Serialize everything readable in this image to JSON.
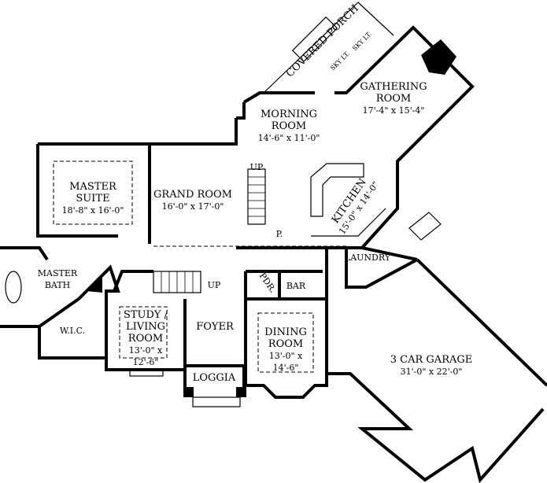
{
  "rooms": {
    "covered_porch": {
      "name": "COVERED PORCH",
      "skylights": [
        "SKY LT.",
        "SKY LT."
      ]
    },
    "gathering_room": {
      "name": "GATHERING ROOM",
      "size": "17'-4\" x 15'-4\""
    },
    "morning_room": {
      "name": "MORNING ROOM",
      "size": "14'-6\" x 11'-0\""
    },
    "master_suite": {
      "name": "MASTER SUITE",
      "size": "18'-8\" x 16'-0\""
    },
    "grand_room": {
      "name": "GRAND ROOM",
      "size": "16'-0\" x 17'-0\""
    },
    "kitchen": {
      "name": "KITCHEN",
      "size": "15'-0\" x 14'-0\""
    },
    "pantry": {
      "name": "P."
    },
    "laundry": {
      "name": "LAUNDRY"
    },
    "master_bath": {
      "name": "MASTER BATH"
    },
    "wic": {
      "name": "W.I.C."
    },
    "study": {
      "name": "STUDY / LIVING ROOM",
      "size": "13'-0\" x 12'-6\""
    },
    "foyer": {
      "name": "FOYER"
    },
    "pdr": {
      "name": "PDR."
    },
    "bar": {
      "name": "BAR"
    },
    "dining_room": {
      "name": "DINING ROOM",
      "size": "13'-0\" x 14'-6\""
    },
    "loggia": {
      "name": "LOGGIA"
    },
    "garage": {
      "name": "3 CAR GARAGE",
      "size": "31'-0\" x 22'-0\""
    }
  },
  "stairs": {
    "up_label_main": "UP",
    "up_label_foyer": "UP"
  }
}
